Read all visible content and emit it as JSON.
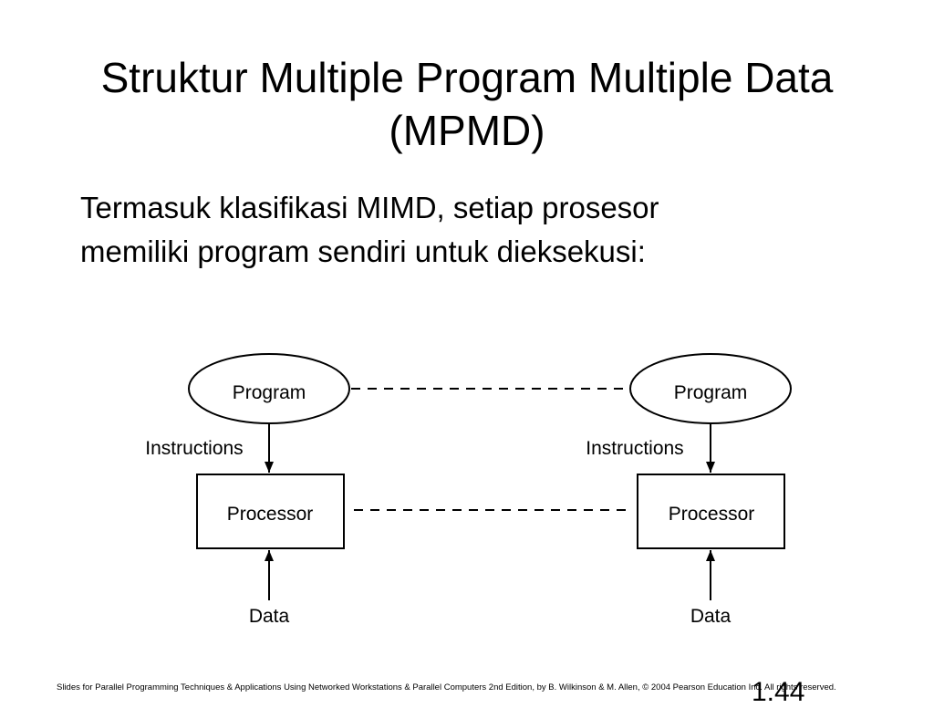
{
  "slide": {
    "title_line1": "Struktur Multiple Program Multiple Data",
    "title_line2": "(MPMD)",
    "body_line1": "Termasuk klasifikasi MIMD, setiap prosesor",
    "body_line2": "memiliki program sendiri untuk dieksekusi:",
    "footer": "Slides for Parallel Programming Techniques & Applications Using Networked Workstations & Parallel Computers 2nd Edition, by B. Wilkinson & M. Allen, © 2004 Pearson Education Inc. All rights reserved.",
    "page_number": "1.44"
  },
  "diagram": {
    "left": {
      "program": "Program",
      "instructions": "Instructions",
      "processor": "Processor",
      "data": "Data"
    },
    "right": {
      "program": "Program",
      "instructions": "Instructions",
      "processor": "Processor",
      "data": "Data"
    }
  }
}
